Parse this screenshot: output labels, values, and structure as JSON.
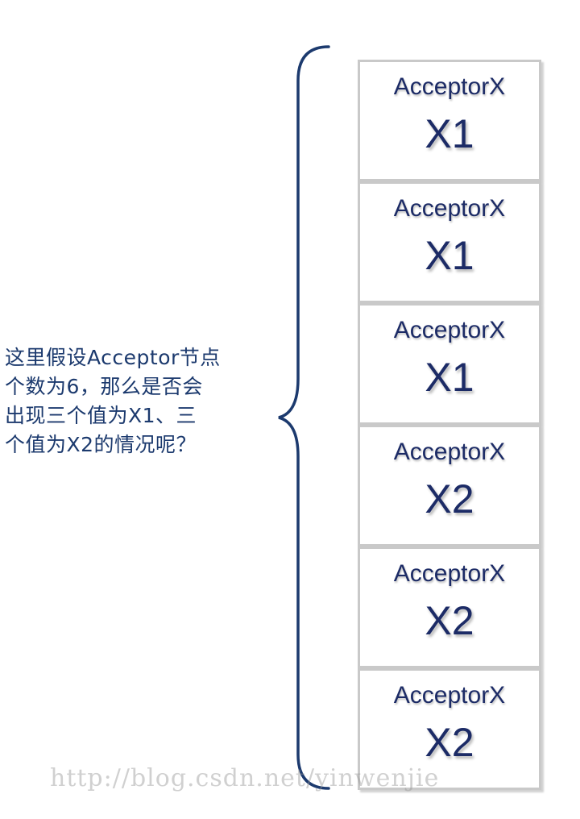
{
  "annotation": {
    "lines": [
      "这里假设Acceptor节点",
      "个数为6，那么是否会",
      "出现三个值为X1、三",
      "个值为X2的情况呢？"
    ]
  },
  "nodes": [
    {
      "name": "AcceptorX",
      "value": "X1"
    },
    {
      "name": "AcceptorX",
      "value": "X1"
    },
    {
      "name": "AcceptorX",
      "value": "X1"
    },
    {
      "name": "AcceptorX",
      "value": "X2"
    },
    {
      "name": "AcceptorX",
      "value": "X2"
    },
    {
      "name": "AcceptorX",
      "value": "X2"
    }
  ],
  "watermark": "http://blog.csdn.net/yinwenjie",
  "colors": {
    "text": "#1c2b66",
    "brace": "#1c3a6e",
    "box_border": "#c9c9c9"
  }
}
